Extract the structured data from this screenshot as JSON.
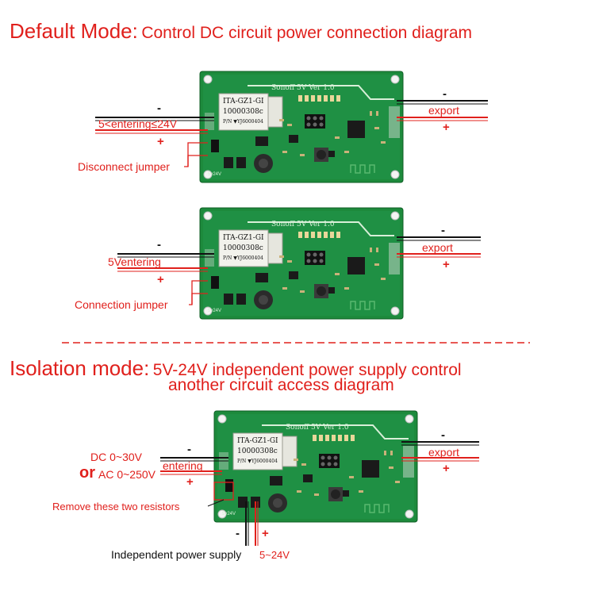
{
  "default_mode": {
    "title": "Default Mode:",
    "subtitle": "Control DC circuit power connection diagram",
    "diagram1": {
      "input_minus": "-",
      "input_label": "5<entering≤24V",
      "input_plus": "+",
      "jumper_label": "Disconnect jumper",
      "output_minus": "-",
      "output_label": "export",
      "output_plus": "+"
    },
    "diagram2": {
      "input_minus": "-",
      "input_label": "5Ventering",
      "input_plus": "+",
      "jumper_label": "Connection jumper",
      "output_minus": "-",
      "output_label": "export",
      "output_plus": "+"
    }
  },
  "isolation_mode": {
    "title": "Isolation mode:",
    "subtitle_line1": "5V-24V independent power supply control",
    "subtitle_line2": "another circuit access diagram",
    "diagram3": {
      "input_dc": "DC 0~30V",
      "input_or": "or",
      "input_ac": "AC 0~250V",
      "input_minus": "-",
      "input_label": "entering",
      "input_plus": "+",
      "resistor_label": "Remove these two resistors",
      "output_minus": "-",
      "output_label": "export",
      "output_plus": "+",
      "supply_minus": "-",
      "supply_plus": "+",
      "supply_label": "Independent power supply",
      "supply_range": "5~24V"
    }
  },
  "board": {
    "silkscreen": "Sonoff 5V Ver 1.0",
    "relay_line1": "ITA-GZ1-GI",
    "relay_line2": "10000308c",
    "relay_line3": "P/N ▼YJ6000404",
    "corner_mark": "5v24V"
  },
  "colors": {
    "accent_red": "#e0201c",
    "pcb_green": "#1d8a3c",
    "pcb_dark": "#146b2c",
    "wire_red": "#e0201c",
    "wire_black": "#111111",
    "separator": "#e0201c"
  }
}
